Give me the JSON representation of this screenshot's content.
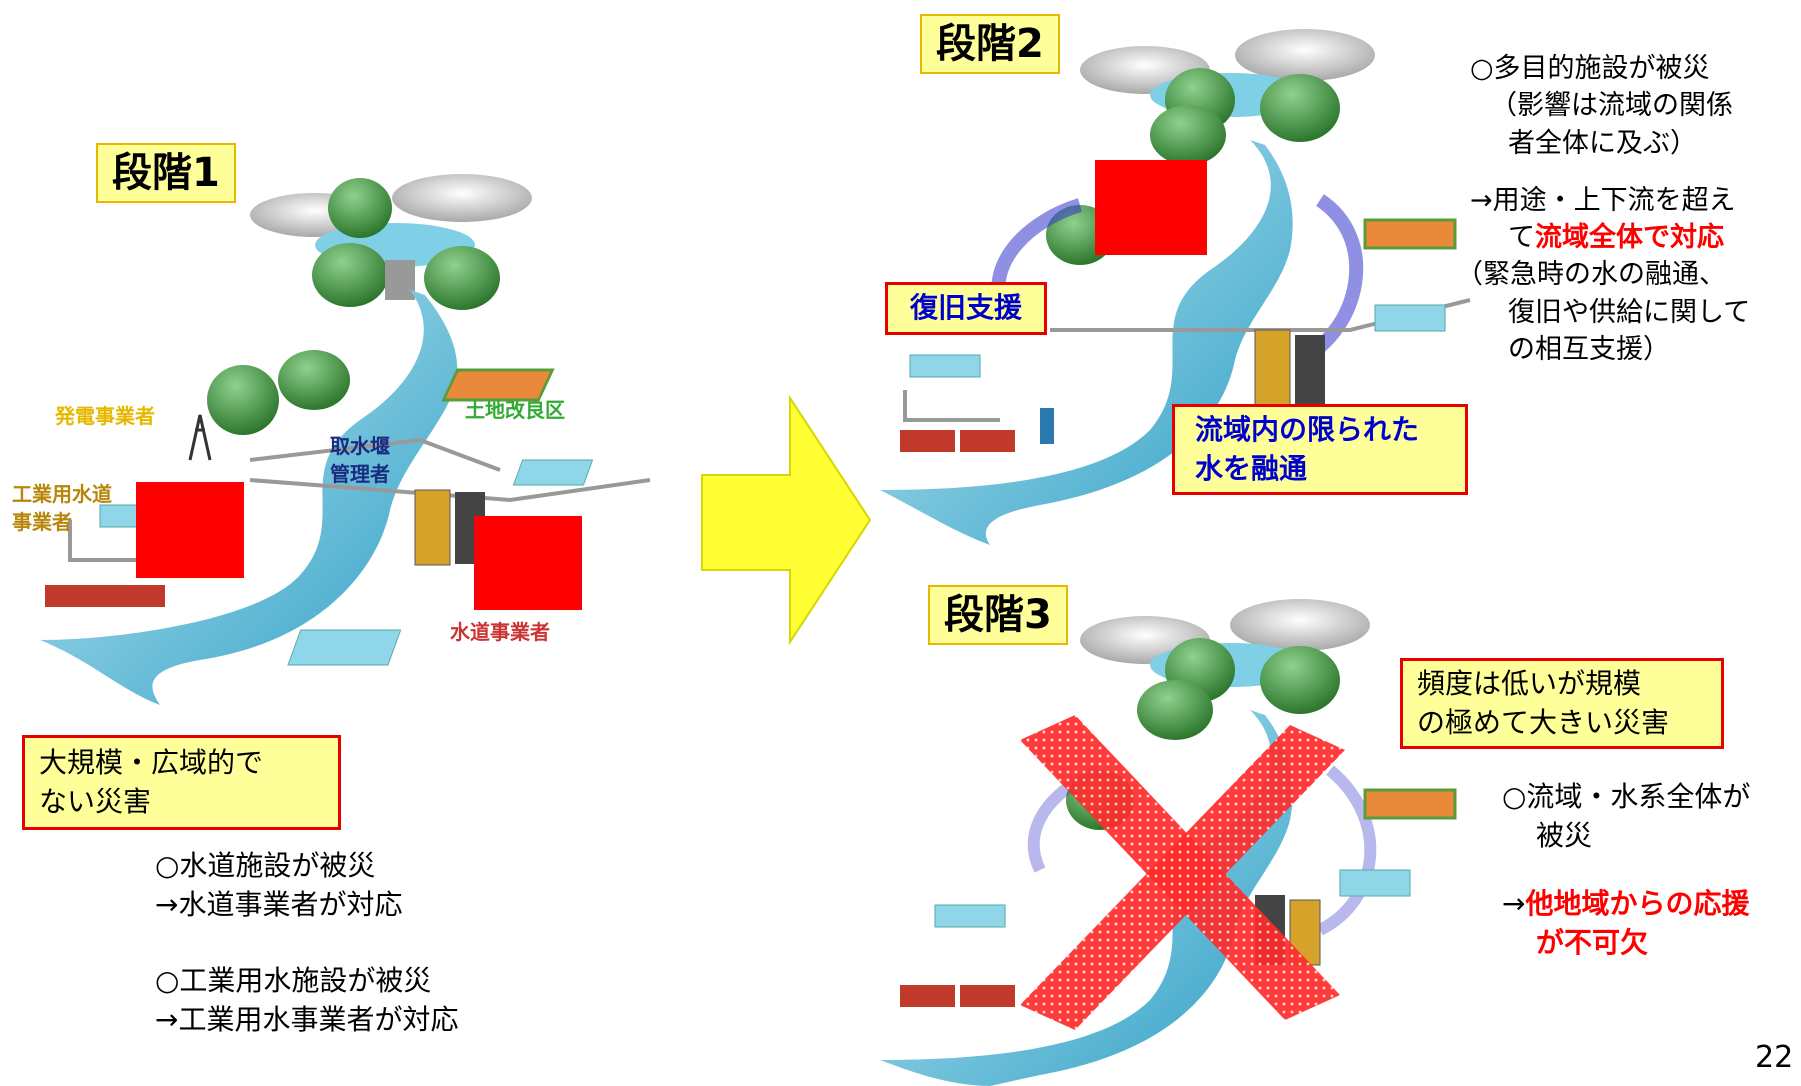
{
  "stages": {
    "s1": {
      "label": "段階1"
    },
    "s2": {
      "label": "段階2"
    },
    "s3": {
      "label": "段階3"
    }
  },
  "stage1": {
    "actors": {
      "power": "発電事業者",
      "land": "土地改良区",
      "intake_l1": "取水堰",
      "intake_l2": "管理者",
      "industrial_l1": "工業用水道",
      "industrial_l2": "事業者",
      "water": "水道事業者"
    },
    "box": {
      "line1": "大規模・広域的で",
      "line2": "ない災害"
    },
    "notes": {
      "a1": "○水道施設が被災",
      "a2": "→水道事業者が対応",
      "b1": "○工業用水施設が被災",
      "b2": "→工業用水事業者が対応"
    }
  },
  "stage2": {
    "support": "復旧支援",
    "share_l1": "流域内の限られた",
    "share_l2": "水を融通",
    "notes": {
      "l1": "○多目的施設が被災",
      "l2": "（影響は流域の関係",
      "l3": "者全体に及ぶ）",
      "l4": "→用途・上下流を超え",
      "l5a": "て",
      "l5b": "流域全体で対応",
      "l6": "（緊急時の水の融通、",
      "l7": "復旧や供給に関して",
      "l8": "の相互支援）"
    }
  },
  "stage3": {
    "box": {
      "line1": "頻度は低いが規模",
      "line2": "の極めて大きい災害"
    },
    "notes": {
      "l1": "○流域・水系全体が",
      "l2": "被災",
      "l3a": "→",
      "l3b": "他地域からの応援",
      "l4": "が不可欠"
    }
  },
  "page_number": "22",
  "colors": {
    "river": "#4db8d6",
    "hill": "#3c8c3c",
    "damage": "#ff0000",
    "arrow": "#ffff33",
    "label_bg": "#ffff99"
  }
}
